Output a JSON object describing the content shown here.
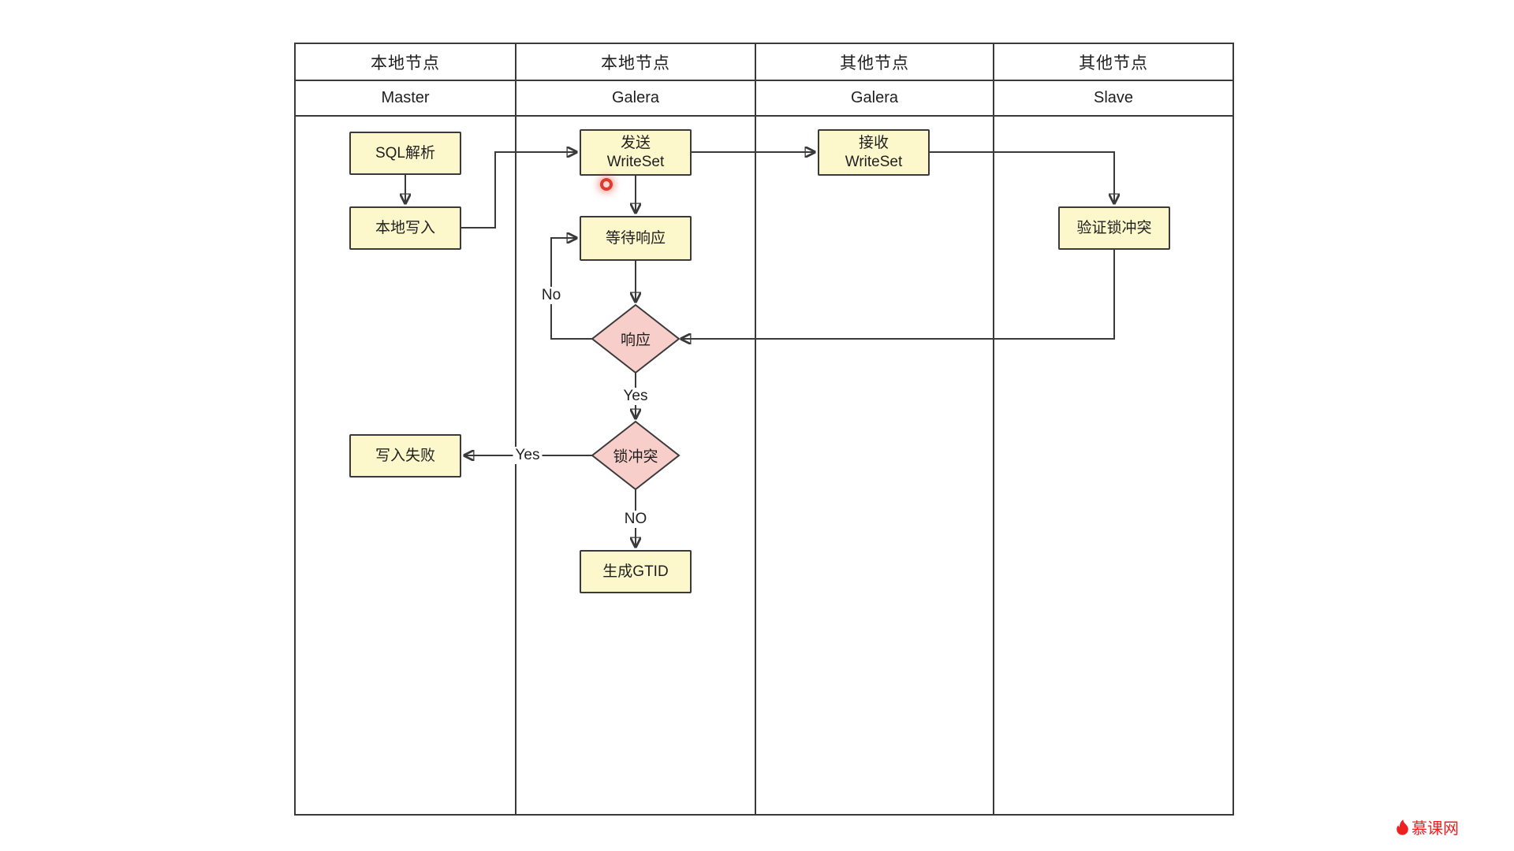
{
  "lanes": [
    {
      "title": "本地节点",
      "subtitle": "Master"
    },
    {
      "title": "本地节点",
      "subtitle": "Galera"
    },
    {
      "title": "其他节点",
      "subtitle": "Galera"
    },
    {
      "title": "其他节点",
      "subtitle": "Slave"
    }
  ],
  "nodes": {
    "sql_parse": "SQL解析",
    "local_write": "本地写入",
    "send_writeset": {
      "line1": "发送",
      "line2": "WriteSet"
    },
    "wait_response": "等待响应",
    "response_diamond": "响应",
    "lock_conflict_diamond": "锁冲突",
    "gen_gtid": "生成GTID",
    "write_fail": "写入失败",
    "recv_writeset": {
      "line1": "接收",
      "line2": "WriteSet"
    },
    "verify_lock": "验证锁冲突"
  },
  "edge_labels": {
    "response_no": "No",
    "response_yes": "Yes",
    "conflict_yes": "Yes",
    "conflict_no": "NO"
  },
  "watermark": {
    "brand": "慕课网"
  },
  "colors": {
    "line_color": "#3a3a3a",
    "box_fill": "#fcf8cc",
    "box_border": "#3a3a3a",
    "diamond_fill": "#f7cec9",
    "diamond_border": "#3a3a3a",
    "brand_red": "#ee2020",
    "indicator_red": "#e03a2f"
  }
}
